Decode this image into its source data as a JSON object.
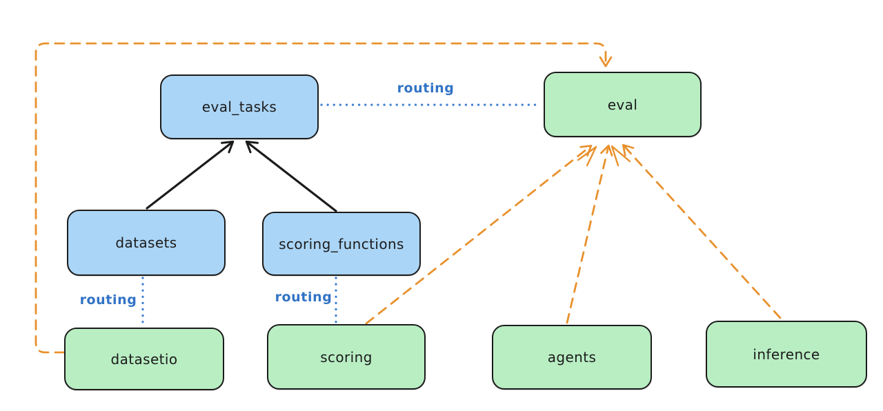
{
  "diagram": {
    "colors": {
      "background": "#ffffff",
      "node_blue_fill": "#abd5f6",
      "node_green_fill": "#b9eec3",
      "node_stroke": "#1b1b1b",
      "black_arrow": "#1b1b1b",
      "orange_dashed": "#e8912d",
      "routing_label_blue": "#3173c5",
      "dotted_line_blue": "#3c7dd2"
    },
    "nodes": [
      {
        "id": "eval_tasks",
        "label": "eval_tasks",
        "fill": "blue"
      },
      {
        "id": "eval",
        "label": "eval",
        "fill": "green"
      },
      {
        "id": "datasets",
        "label": "datasets",
        "fill": "blue"
      },
      {
        "id": "scoring_functions",
        "label": "scoring_functions",
        "fill": "blue"
      },
      {
        "id": "datasetio",
        "label": "datasetio",
        "fill": "green"
      },
      {
        "id": "scoring",
        "label": "scoring",
        "fill": "green"
      },
      {
        "id": "agents",
        "label": "agents",
        "fill": "green"
      },
      {
        "id": "inference",
        "label": "inference",
        "fill": "green"
      }
    ],
    "edge_labels": [
      {
        "id": "routing-eval-tasks-eval",
        "text": "routing"
      },
      {
        "id": "routing-datasets-datasetio",
        "text": "routing"
      },
      {
        "id": "routing-scoring-fns-scoring",
        "text": "routing"
      }
    ],
    "edges": [
      {
        "from": "datasets",
        "to": "eval_tasks",
        "style": "solid-black-arrow"
      },
      {
        "from": "scoring_functions",
        "to": "eval_tasks",
        "style": "solid-black-arrow"
      },
      {
        "from": "eval_tasks",
        "to": "eval",
        "style": "dotted-blue",
        "label": "routing"
      },
      {
        "from": "datasets",
        "to": "datasetio",
        "style": "dotted-blue",
        "label": "routing"
      },
      {
        "from": "scoring_functions",
        "to": "scoring",
        "style": "dotted-blue",
        "label": "routing"
      },
      {
        "from": "datasetio",
        "to": "eval",
        "style": "dashed-orange-arrow"
      },
      {
        "from": "scoring",
        "to": "eval",
        "style": "dashed-orange-arrow"
      },
      {
        "from": "agents",
        "to": "eval",
        "style": "dashed-orange-arrow"
      },
      {
        "from": "inference",
        "to": "eval",
        "style": "dashed-orange-arrow"
      }
    ]
  }
}
